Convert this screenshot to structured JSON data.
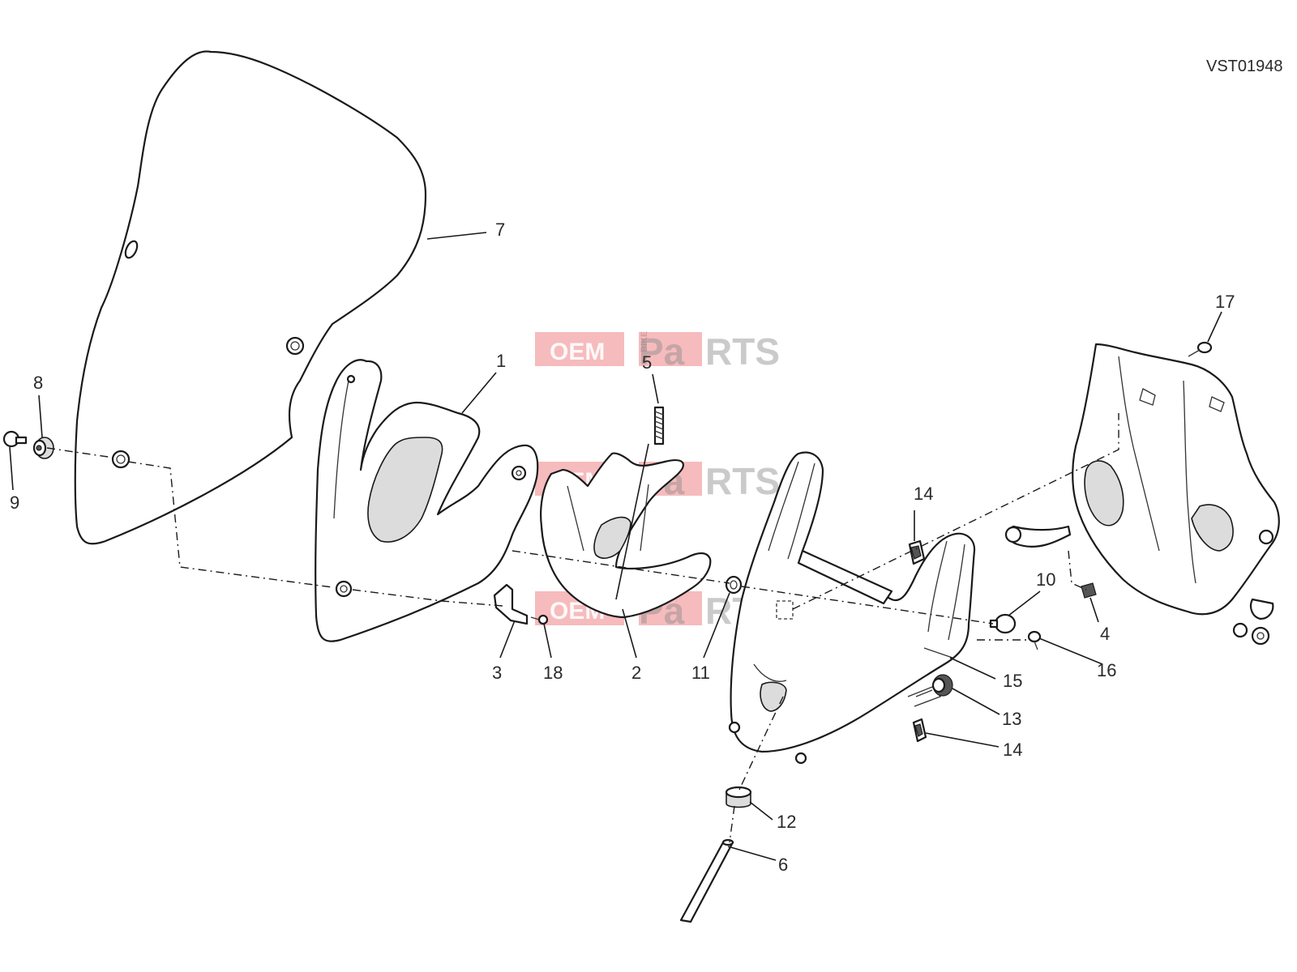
{
  "diagram": {
    "reference_code": "VST01948",
    "watermark": {
      "left": "OEM",
      "middle": "BIKE",
      "right": "RTS",
      "accent": "Pa"
    },
    "callouts": [
      {
        "id": "1",
        "label": "1"
      },
      {
        "id": "2",
        "label": "2"
      },
      {
        "id": "3",
        "label": "3"
      },
      {
        "id": "4",
        "label": "4"
      },
      {
        "id": "5",
        "label": "5"
      },
      {
        "id": "6",
        "label": "6"
      },
      {
        "id": "7",
        "label": "7"
      },
      {
        "id": "8",
        "label": "8"
      },
      {
        "id": "9",
        "label": "9"
      },
      {
        "id": "10",
        "label": "10"
      },
      {
        "id": "11",
        "label": "11"
      },
      {
        "id": "12",
        "label": "12"
      },
      {
        "id": "13",
        "label": "13"
      },
      {
        "id": "14a",
        "label": "14"
      },
      {
        "id": "14b",
        "label": "14"
      },
      {
        "id": "15",
        "label": "15"
      },
      {
        "id": "16",
        "label": "16"
      },
      {
        "id": "17",
        "label": "17"
      },
      {
        "id": "18",
        "label": "18"
      }
    ],
    "colors": {
      "line": "#1a1a1a",
      "watermark_red": "#e8545a",
      "watermark_grey": "#8c8c8c"
    }
  }
}
